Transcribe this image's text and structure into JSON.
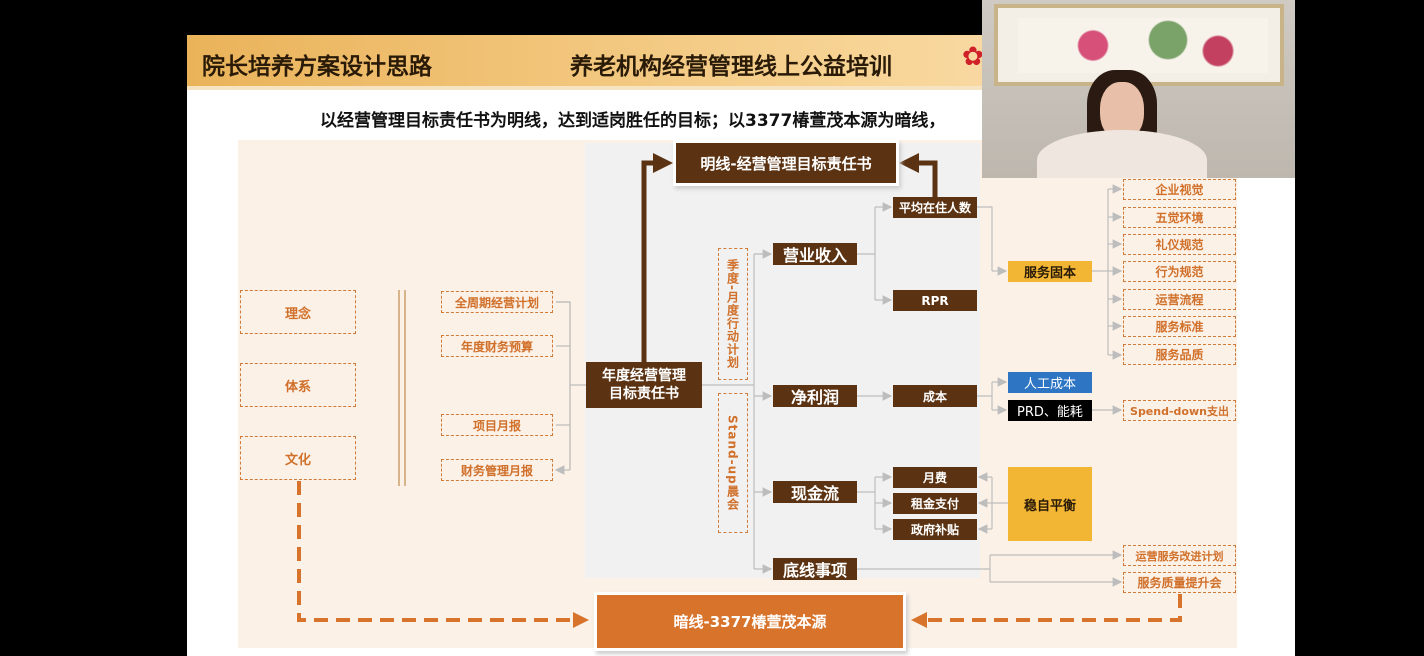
{
  "header": {
    "left_title": "院长培养方案设计思路",
    "right_title": "养老机构经营管理线上公益培训"
  },
  "subtitle": "以经营管理目标责任书为明线，达到适岗胜任的目标；以3377椿萱茂本源为暗线，",
  "left_pillars": [
    "理念",
    "体系",
    "文化"
  ],
  "left_list": [
    "全周期经营计划",
    "年度财务预算",
    "项目月报",
    "财务管理月报"
  ],
  "center": {
    "main": "年度经营管理目标责任书",
    "main_l1": "年度经营管理",
    "main_l2": "目标责任书",
    "top": "明线-经营管理目标责任书",
    "bottom": "暗线-3377椿萱茂本源",
    "plan": "季度-月度行动计划",
    "standup": "Stand-up晨会"
  },
  "metrics": [
    "营业收入",
    "净利润",
    "现金流",
    "底线事项"
  ],
  "sub_metrics": [
    "平均在住人数",
    "RPR",
    "成本",
    "月费",
    "租金支付",
    "政府补贴"
  ],
  "service": {
    "label": "服务固本",
    "items": [
      "企业视觉",
      "五觉环境",
      "礼仪规范",
      "行为规范",
      "运营流程",
      "服务标准",
      "服务品质"
    ]
  },
  "costs": {
    "labor": "人工成本",
    "prd": "PRD、能耗",
    "spend": "Spend-down支出"
  },
  "balance": "稳自平衡",
  "bottom_items": [
    "运营服务改进计划",
    "服务质量提升会"
  ],
  "colors": {
    "brown": "#5c3312",
    "orange": "#d8732b",
    "gold": "#f2b634",
    "blue": "#2e75c4"
  }
}
